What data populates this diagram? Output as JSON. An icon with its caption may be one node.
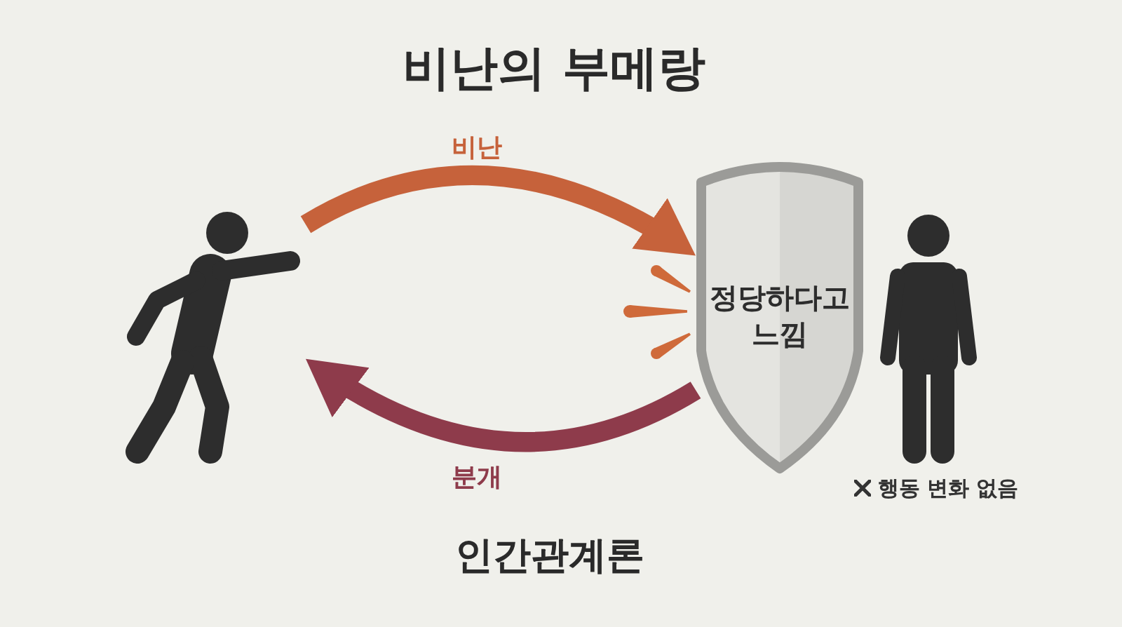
{
  "diagram": {
    "title": "비난의 부메랑",
    "caption": "인간관계론",
    "nodes": [
      {
        "text": [],
        "shape": "person"
      },
      {
        "text": [
          "정당하다고 느낌"
        ]
      },
      {
        "text": [],
        "shape": "person",
        "beside": [
          "행동 변화 없음"
        ]
      }
    ],
    "edges": [
      {
        "from": 0,
        "to": 1,
        "arrow": "to",
        "label": "비난",
        "color": "#c6623b"
      },
      {
        "from": 1,
        "to": 0,
        "arrow": "to",
        "label": "분개",
        "color": "#8e3b4b"
      }
    ]
  }
}
